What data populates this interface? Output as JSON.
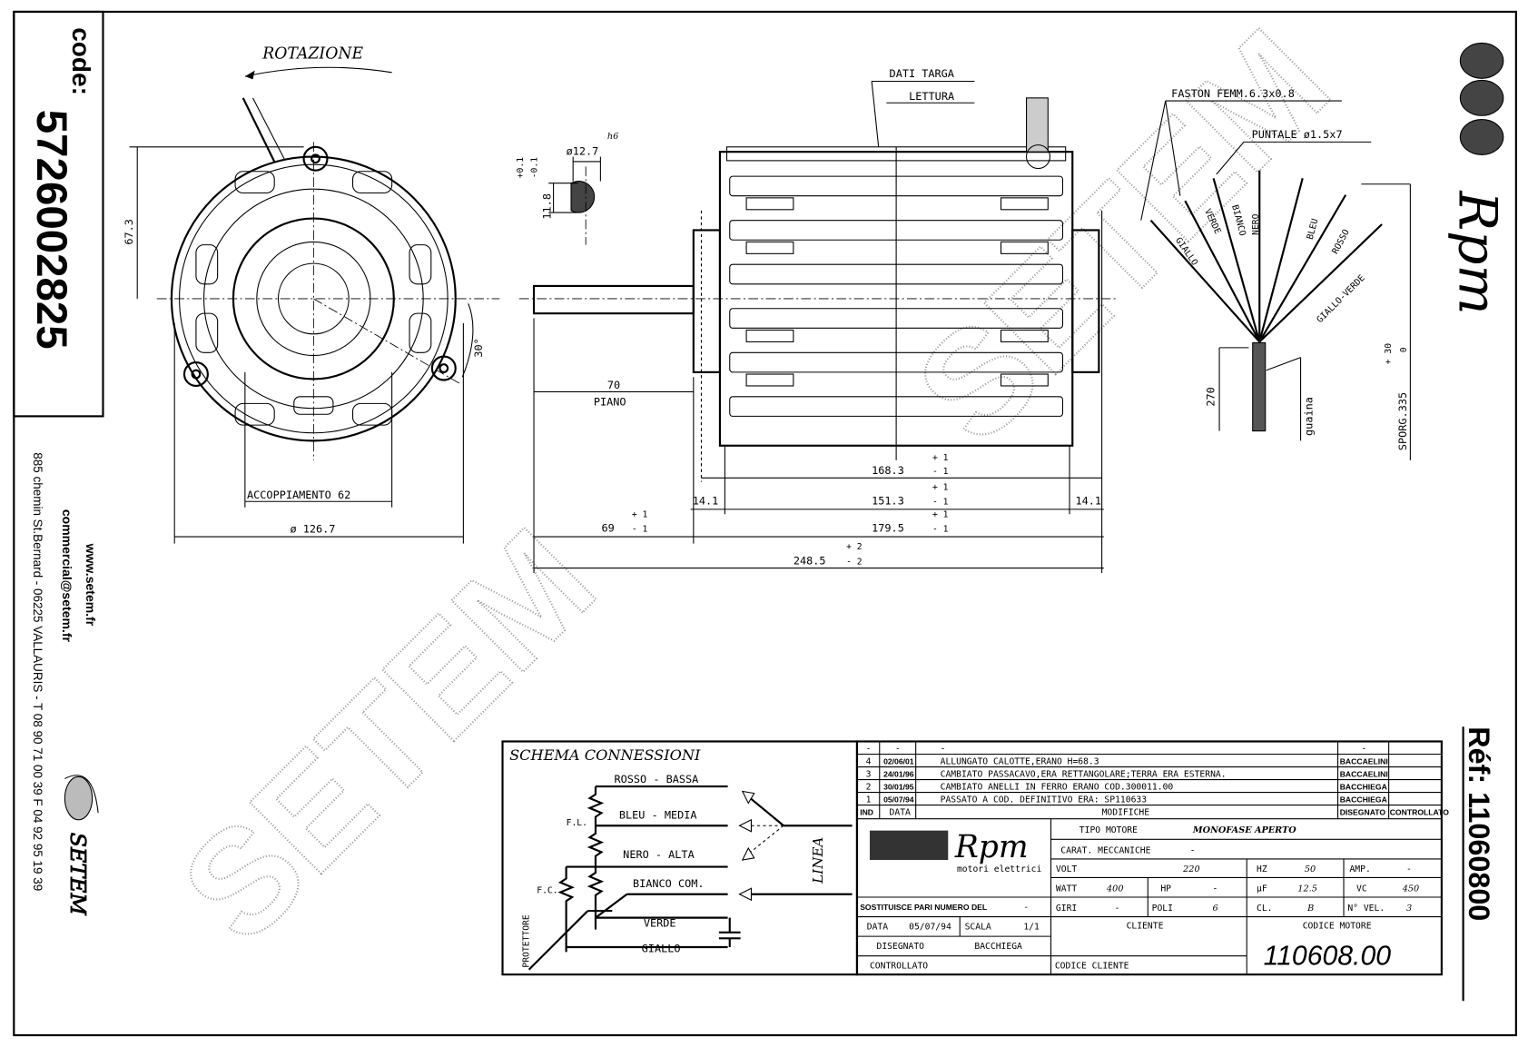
{
  "sidebar_left": {
    "code_label": "code:",
    "code_value": "5726002825",
    "website": "www.setem.fr",
    "email": "commercial@setem.fr",
    "address": "885 chemin St.Bernard  -  06225 VALLAURIS  -  T 08 90 71 00 39   F 04 92 95 19 39",
    "logo_text": "SETEM"
  },
  "sidebar_right": {
    "brand_logo": "Rpm",
    "ref_label": "Réf: 11060800"
  },
  "watermarks": [
    "SETEM",
    "SETEM"
  ],
  "front_view": {
    "rotation_label": "ROTAZIONE",
    "dim_height": "67.3",
    "dim_diameter": "ø 126.7",
    "dim_coupling": "ACCOPPIAMENTO 62",
    "dim_angle": "30°"
  },
  "shaft_section": {
    "diameter": "ø12.7",
    "tolerance_class": "h6",
    "flat": "11.8",
    "flat_tol_plus": "+0.1",
    "flat_tol_minus": "-0.1"
  },
  "side_view": {
    "plate_label": "DATI TARGA",
    "reading_label": "LETTURA",
    "dims": {
      "shaft_flat": "70",
      "shaft_flat_label": "PIANO",
      "d168": "168.3",
      "d151": "151.3",
      "d14_left": "14.1",
      "d14_right": "14.1",
      "d69": "69",
      "d179": "179.5",
      "d248": "248.5",
      "tol_plus1": "+ 1",
      "tol_minus1": "- 1",
      "tol_plus2": "+ 2",
      "tol_minus2": "- 2"
    }
  },
  "leads": {
    "faston": "FASTON FEMM.6.3x0.8",
    "puntale": "PUNTALE ø1.5x7",
    "wires": [
      "GIALLO",
      "VERDE",
      "BIANCO",
      "NERO",
      "BLEU",
      "ROSSO",
      "GIALLO-VERDE"
    ],
    "dim_270": "270",
    "sheath": "guaina",
    "sporg": "SPORG.335",
    "sporg_plus": "+ 30",
    "sporg_minus": "0"
  },
  "schema": {
    "title": "SCHEMA CONNESSIONI",
    "lines": [
      "ROSSO - BASSA",
      "BLEU - MEDIA",
      "NERO - ALTA",
      "BIANCO COM.",
      "VERDE",
      "GIALLO"
    ],
    "fl": "F.L.",
    "fc": "F.C.",
    "protector": "PROTETTORE",
    "linea": "LINEA"
  },
  "modifications": {
    "rows": [
      {
        "ind": "-",
        "date": "-",
        "text": "-",
        "drawn": "-",
        "checked": ""
      },
      {
        "ind": "4",
        "date": "02/06/01",
        "text": "ALLUNGATO CALOTTE,ERANO H=68.3",
        "drawn": "BACCAELINI",
        "checked": ""
      },
      {
        "ind": "3",
        "date": "24/01/96",
        "text": "CAMBIATO PASSACAVO,ERA RETTANGOLARE;TERRA ERA ESTERNA.",
        "drawn": "BACCAELINI",
        "checked": ""
      },
      {
        "ind": "2",
        "date": "30/01/95",
        "text": "CAMBIATO ANELLI IN FERRO ERANO COD.300011.00",
        "drawn": "BACCHIEGA",
        "checked": ""
      },
      {
        "ind": "1",
        "date": "05/07/94",
        "text": "PASSATO A COD. DEFINITIVO ERA: SP110633",
        "drawn": "BACCHIEGA",
        "checked": ""
      }
    ],
    "header": {
      "ind": "IND",
      "date": "DATA",
      "text": "MODIFICHE",
      "drawn": "DISEGNATO",
      "checked": "CONTROLLATO"
    }
  },
  "title_block": {
    "logo": "Rpm",
    "logo_sub": "motori elettrici",
    "tipo_label": "TIPO MOTORE",
    "tipo_value": "MONOFASE APERTO",
    "carat_label": "CARAT. MECCANICHE",
    "carat_value": "-",
    "volt_label": "VOLT",
    "volt_value": "220",
    "hz_label": "HZ",
    "hz_value": "50",
    "amp_label": "AMP.",
    "amp_value": "-",
    "watt_label": "WATT",
    "watt_value": "400",
    "hp_label": "HP",
    "hp_value": "-",
    "uf_label": "µF",
    "uf_value": "12.5",
    "vc_label": "VC",
    "vc_value": "450",
    "giri_label": "GIRI",
    "giri_value": "-",
    "poli_label": "POLI",
    "poli_value": "6",
    "cl_label": "CL.",
    "cl_value": "B",
    "nvel_label": "N° VEL.",
    "nvel_value": "3",
    "sostituisce_label": "SOSTITUISCE PARI NUMERO DEL",
    "sostituisce_value": "-",
    "data_label": "DATA",
    "data_value": "05/07/94",
    "scala_label": "SCALA",
    "scala_value": "1/1",
    "disegnato_label": "DISEGNATO",
    "disegnato_value": "BACCHIEGA",
    "controllato_label": "CONTROLLATO",
    "cliente_label": "CLIENTE",
    "codice_cliente_label": "CODICE CLIENTE",
    "codice_motore_label": "CODICE MOTORE",
    "codice_motore_value": "110608.00"
  }
}
